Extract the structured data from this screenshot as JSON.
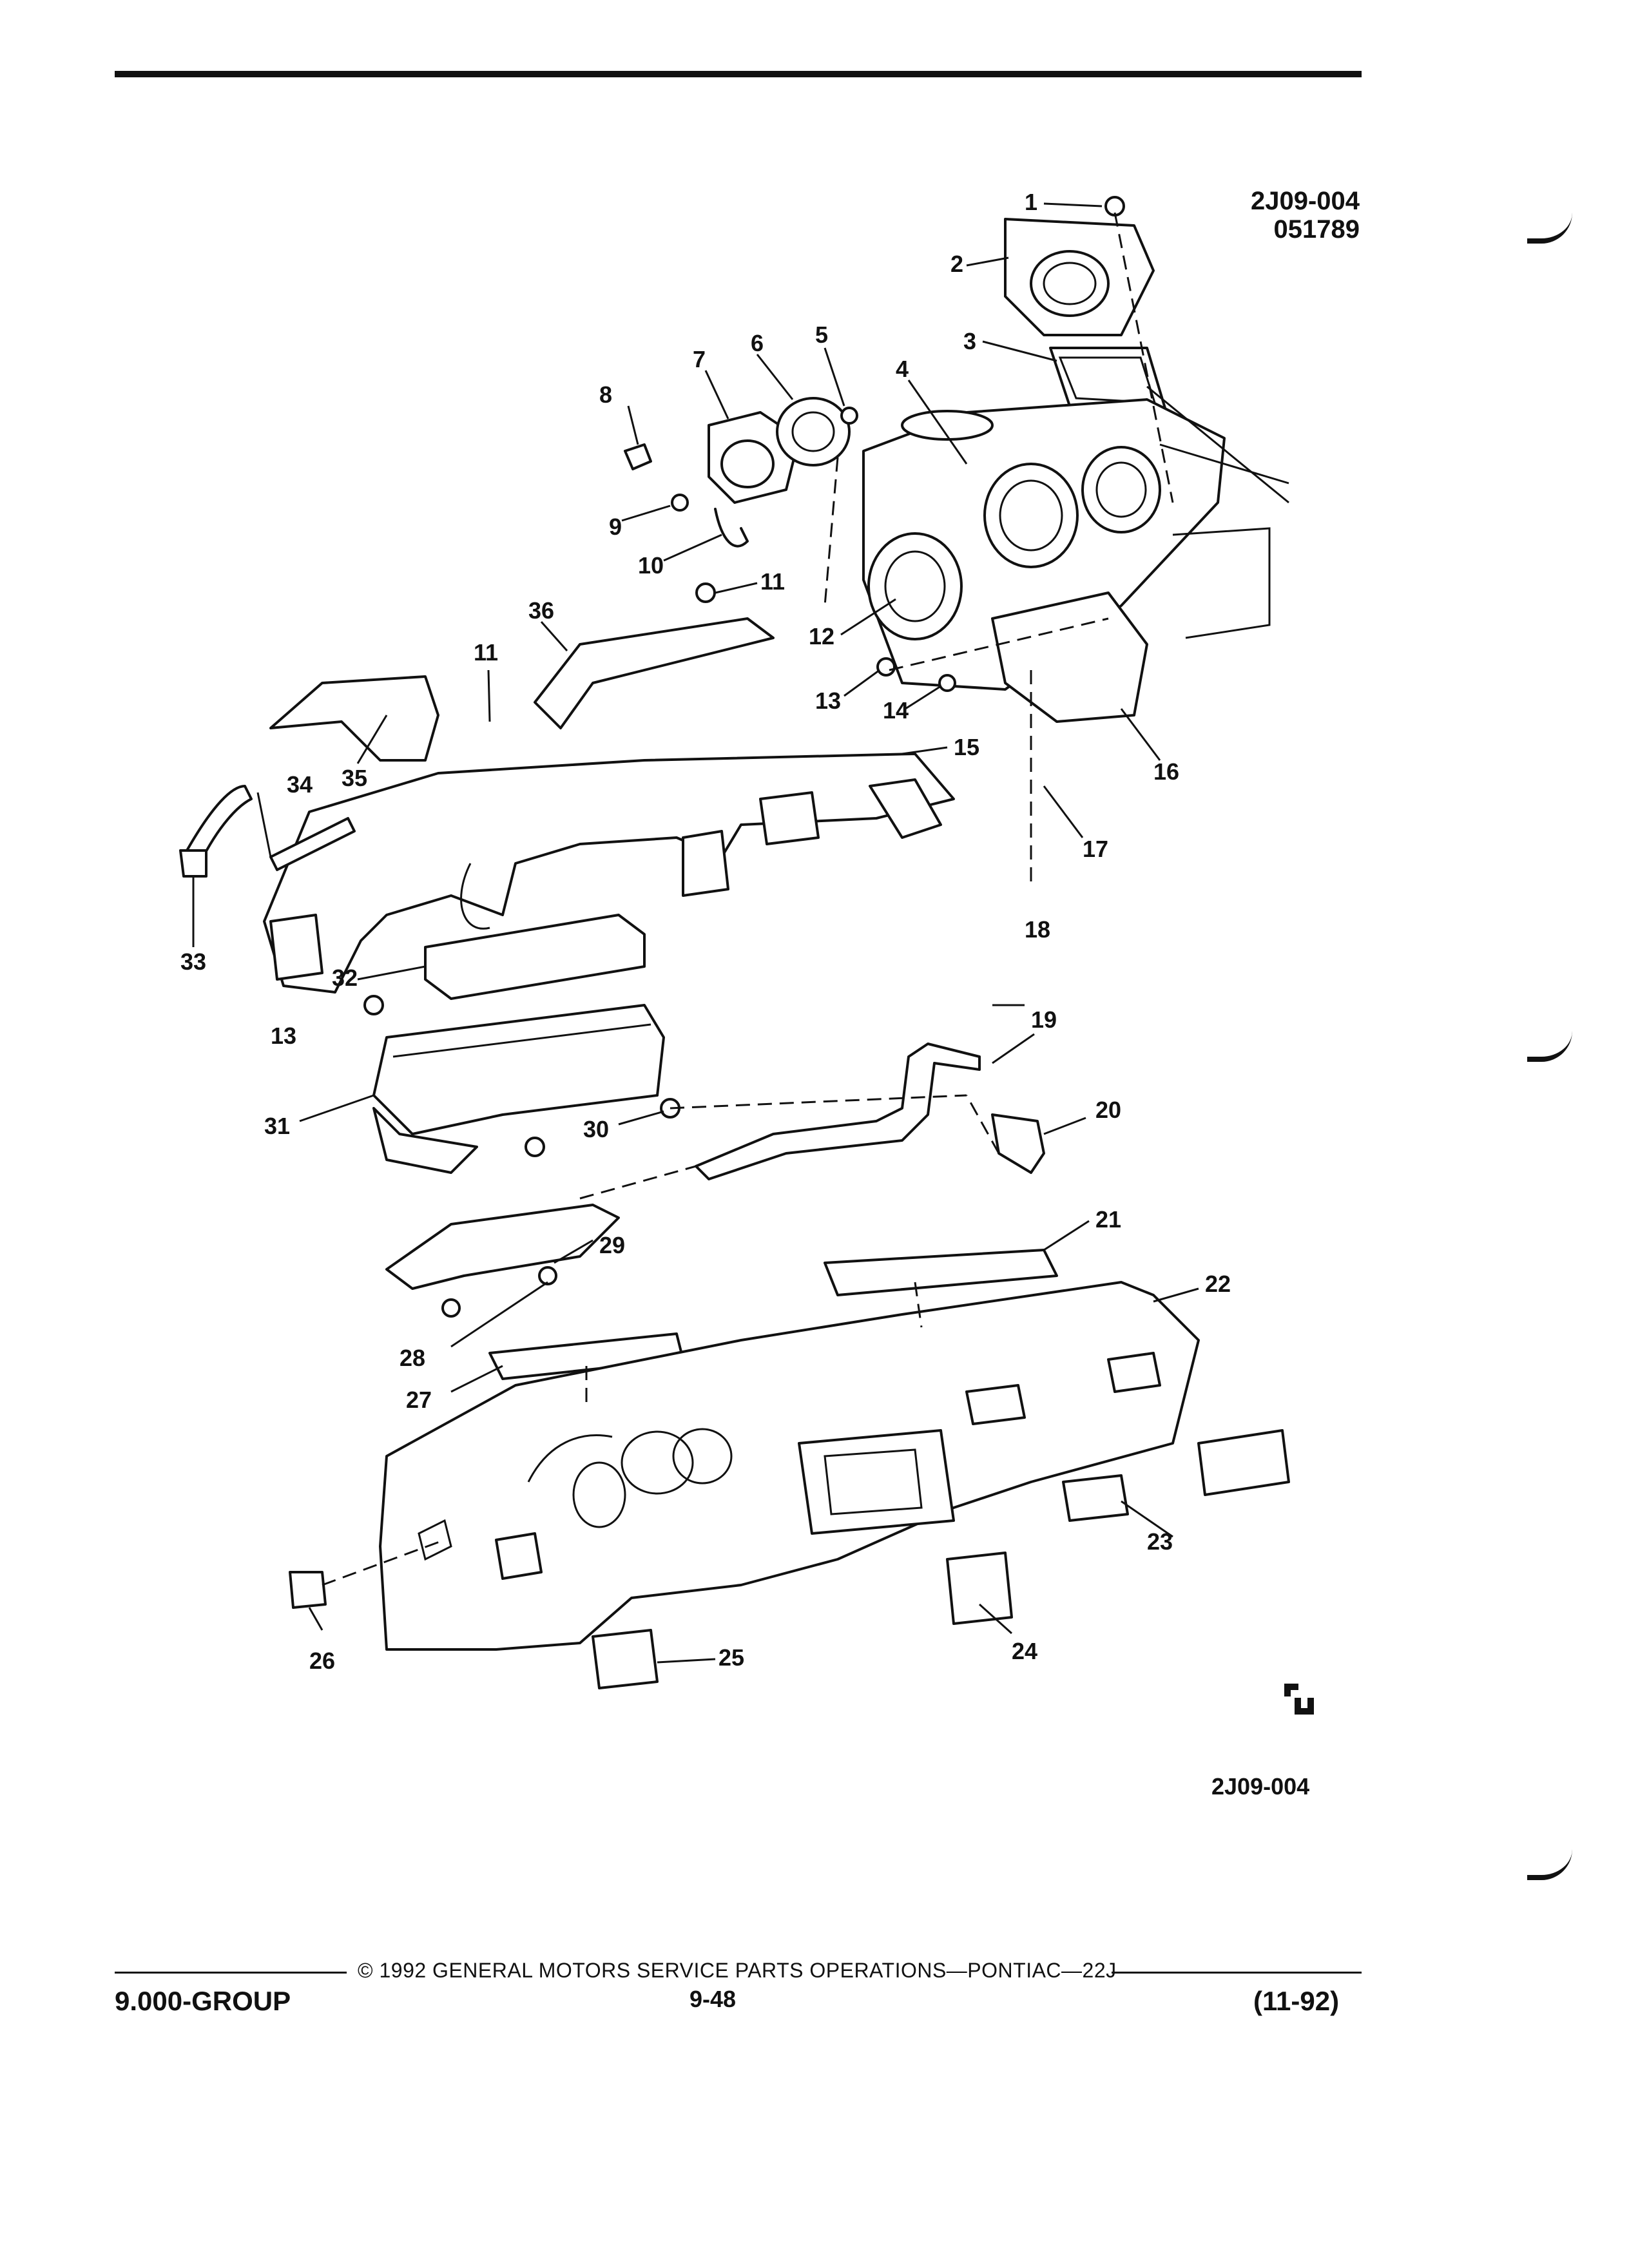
{
  "drawing": {
    "id_top": "2J09-004",
    "date_code": "051789",
    "id_bottom": "2J09-004"
  },
  "callouts": [
    "1",
    "2",
    "3",
    "4",
    "5",
    "6",
    "7",
    "8",
    "9",
    "10",
    "11",
    "11",
    "12",
    "13",
    "13",
    "14",
    "15",
    "16",
    "17",
    "18",
    "19",
    "20",
    "21",
    "22",
    "23",
    "24",
    "25",
    "26",
    "27",
    "28",
    "29",
    "30",
    "31",
    "32",
    "33",
    "34",
    "35",
    "36"
  ],
  "footer": {
    "group": "9.000-GROUP",
    "copyright": "© 1992 GENERAL MOTORS SERVICE PARTS OPERATIONS—PONTIAC—22J",
    "page": "9-48",
    "date": "(11-92)"
  },
  "icons": {
    "logo": "gm-spo-logo-icon"
  }
}
